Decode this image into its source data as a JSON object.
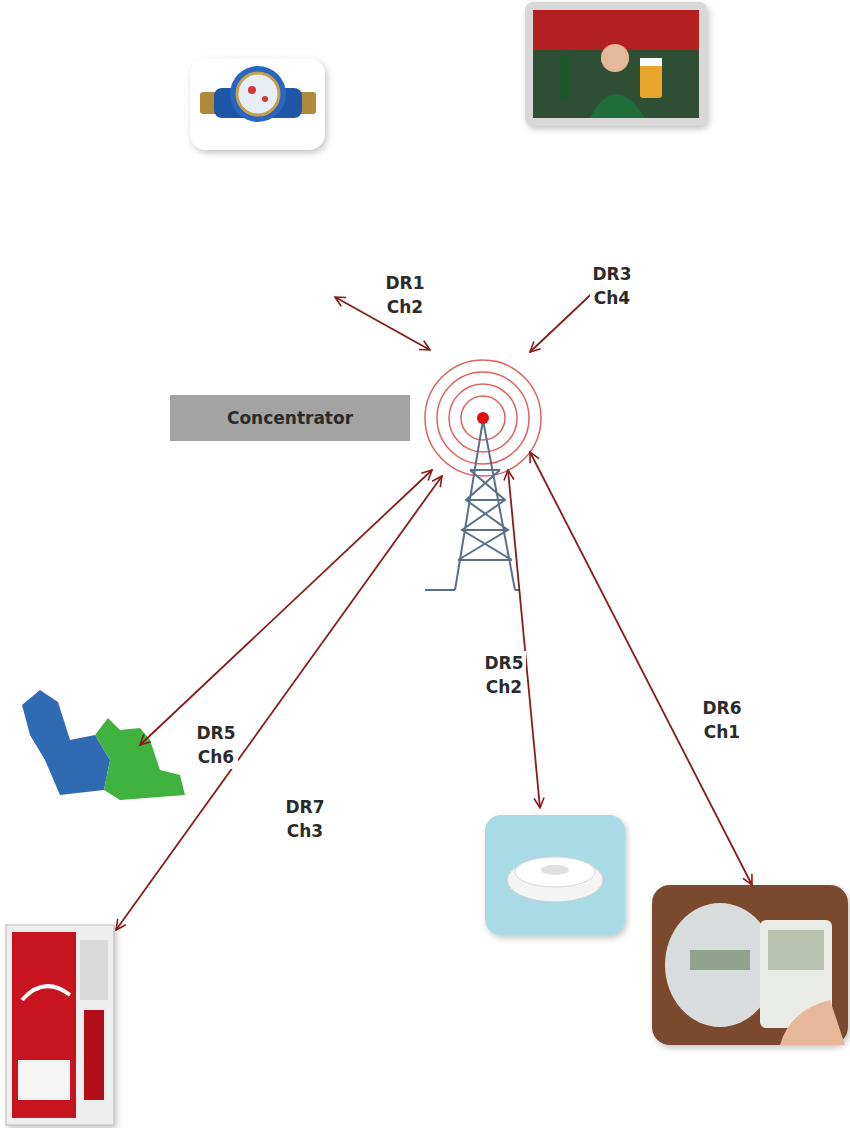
{
  "diagram": {
    "nodes": [
      {
        "text": [
          "Concentrator"
        ]
      }
    ],
    "labels": [
      "DR1 Ch2",
      "DR3 Ch4",
      "DR5 Ch6",
      "DR7 Ch3",
      "DR5 Ch2",
      "DR6 Ch1"
    ]
  }
}
